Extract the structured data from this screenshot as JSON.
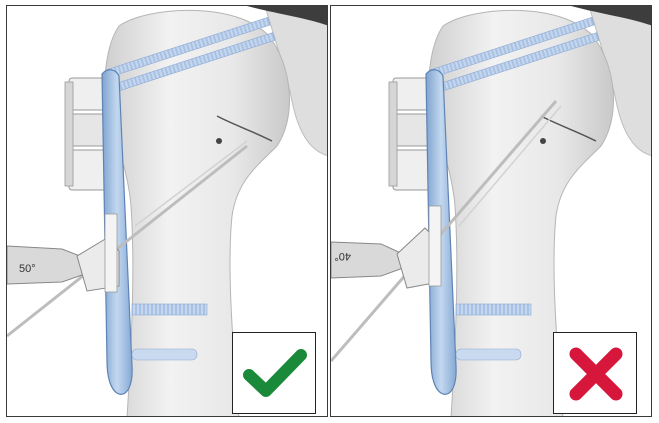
{
  "figure": {
    "panels": [
      {
        "angle_label": "50°",
        "result": "correct",
        "icon": "checkmark-icon",
        "icon_color": "#1a8a3a"
      },
      {
        "angle_label": "40°",
        "result": "incorrect",
        "icon": "cross-icon",
        "icon_color": "#d6163a"
      }
    ],
    "colors": {
      "bone": "#e6e6e6",
      "plate": "#9fbde0",
      "screw": "#b9cfea",
      "guide_block": "#ececec",
      "k_wire": "#bdbdbd"
    }
  }
}
